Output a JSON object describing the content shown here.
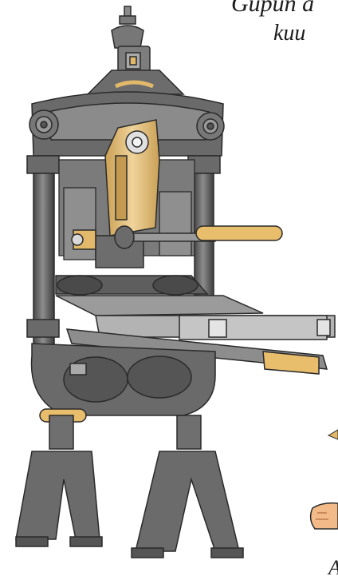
{
  "caption": {
    "line1": "Gupun a",
    "line2": "kuu",
    "corner": "A"
  },
  "colors": {
    "iron_dark": "#3e3e3e",
    "iron": "#6f6f6f",
    "iron_light": "#a9a9a9",
    "iron_pale": "#cfcfcf",
    "brass": "#e2b96a",
    "brass_light": "#efd39a",
    "wood_handle": "#e8bd6c",
    "outline": "#2a2a2a",
    "background": "#ffffff"
  }
}
